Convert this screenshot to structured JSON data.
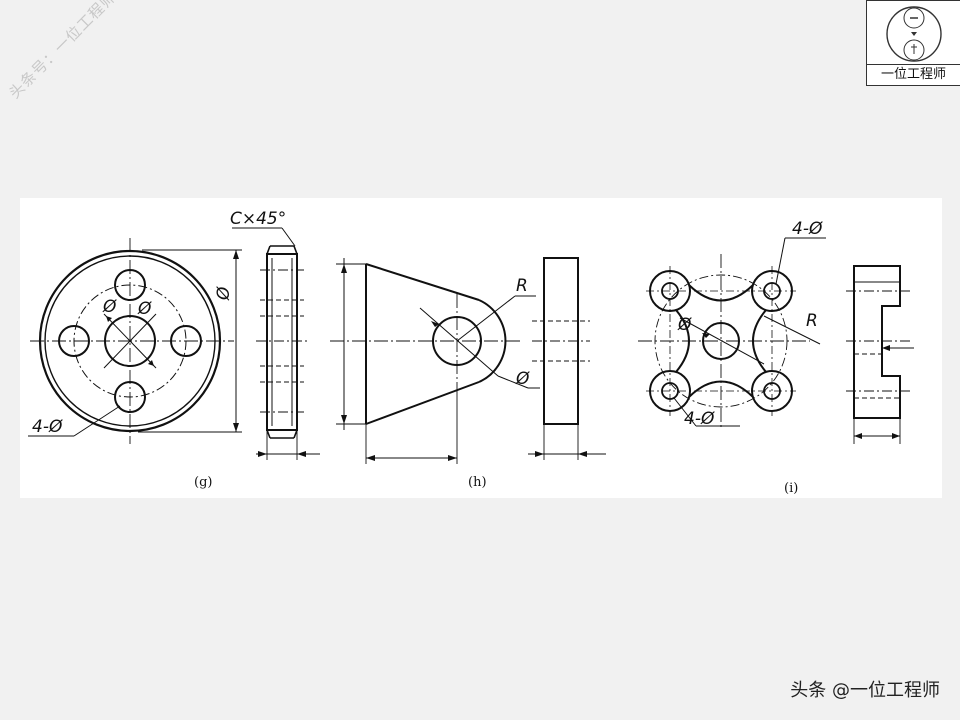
{
  "watermark": "头条号：一位工程师",
  "logo": {
    "name": "一位工程师"
  },
  "figures": {
    "g": {
      "label": "(g)",
      "diameter_symbol": "Ø",
      "chamfer_note": "C×45°",
      "holes_note": "4-Ø"
    },
    "h": {
      "label": "(h)",
      "radius_note": "R",
      "diameter_note": "Ø"
    },
    "i": {
      "label": "(i)",
      "holes_note_top": "4-Ø",
      "holes_note_bottom": "4-Ø",
      "diameter_note": "Ø",
      "radius_note": "R"
    }
  },
  "footer": "头条 @一位工程师",
  "colors": {
    "background": "#f1f1f1",
    "panel": "#ffffff",
    "ink": "#111111"
  }
}
